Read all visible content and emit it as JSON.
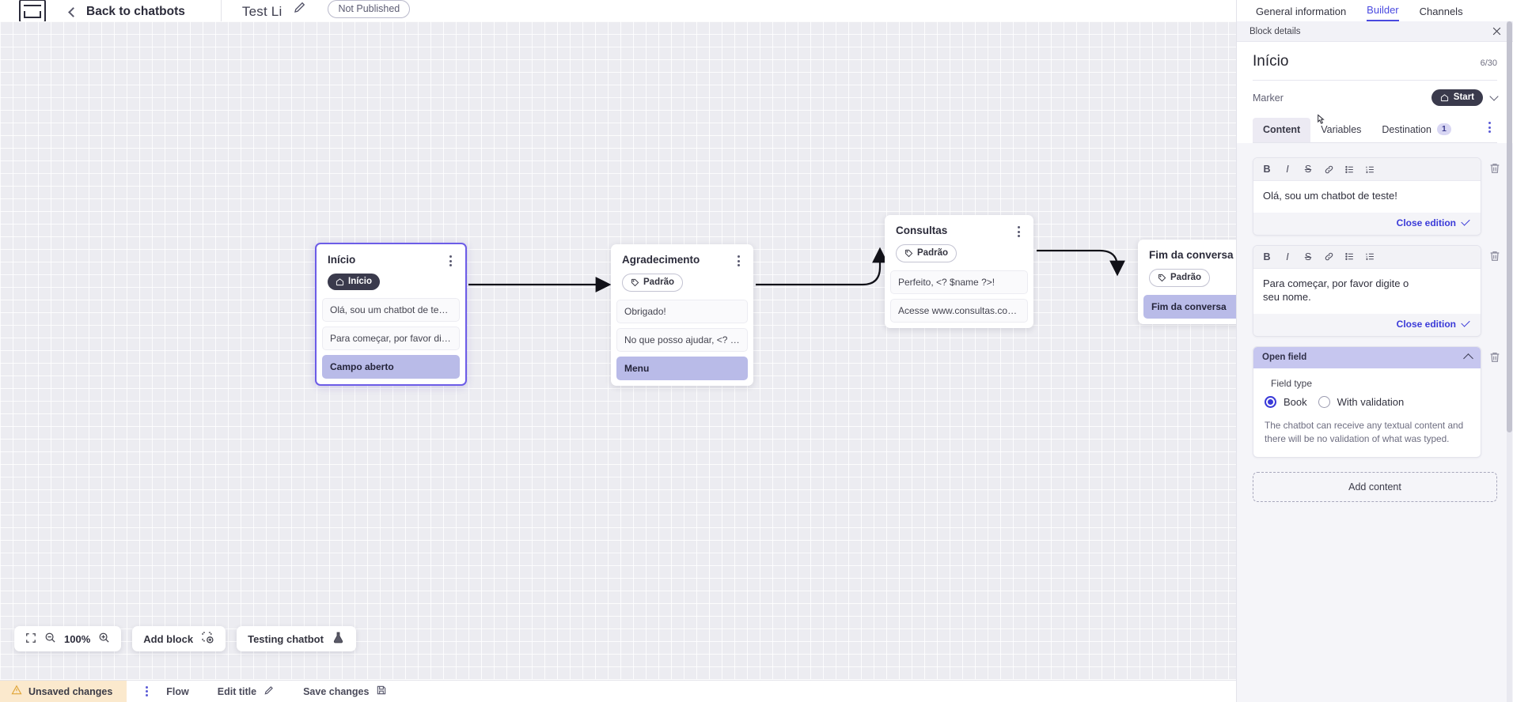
{
  "topbar": {
    "logo_icon": "app-logo-icon",
    "back_label": "Back to chatbots",
    "bot_title": "Test Li",
    "edit_icon": "pencil-icon",
    "status_badge": "Not Published"
  },
  "canvas": {
    "zoom_level": "100%",
    "fit_icon": "fit-screen-icon",
    "zoom_out_icon": "zoom-out-icon",
    "zoom_in_icon": "zoom-in-icon",
    "add_block_label": "Add block",
    "add_block_icon": "add-block-icon",
    "testing_label": "Testing chatbot",
    "testing_icon": "flask-icon",
    "nodes": [
      {
        "id": "inicio",
        "title": "Início",
        "tag": "Início",
        "tag_style": "dark",
        "tag_icon": "home-icon",
        "selected": true,
        "rows": [
          {
            "text": "Olá, sou um chatbot de teste!",
            "accent": false
          },
          {
            "text": "Para começar, por favor digite o ...",
            "accent": false
          },
          {
            "text": "Campo aberto",
            "accent": true
          }
        ]
      },
      {
        "id": "agradecimento",
        "title": "Agradecimento",
        "tag": "Padrão",
        "tag_style": "outline",
        "tag_icon": "tag-icon",
        "selected": false,
        "rows": [
          {
            "text": "Obrigado!",
            "accent": false
          },
          {
            "text": "No que posso ajudar, <? $name ...",
            "accent": false
          },
          {
            "text": "Menu",
            "accent": true
          }
        ]
      },
      {
        "id": "consultas",
        "title": "Consultas",
        "tag": "Padrão",
        "tag_style": "outline",
        "tag_icon": "tag-icon",
        "selected": false,
        "rows": [
          {
            "text": "Perfeito, <? $name ?>!",
            "accent": false
          },
          {
            "text": "Acesse www.consultas.com par...",
            "accent": false
          }
        ]
      },
      {
        "id": "fim",
        "title": "Fim da conversa",
        "tag": "Padrão",
        "tag_style": "outline",
        "tag_icon": "tag-icon",
        "selected": false,
        "rows": [
          {
            "text": "Fim da conversa",
            "accent": true
          }
        ]
      }
    ]
  },
  "footer": {
    "unsaved_label": "Unsaved changes",
    "warning_icon": "warning-triangle-icon",
    "kebab_icon": "more-vertical-icon",
    "flow_label": "Flow",
    "edit_title_label": "Edit title",
    "edit_title_icon": "pencil-icon",
    "save_label": "Save changes",
    "save_icon": "save-disk-icon"
  },
  "panel": {
    "nav_tabs": [
      {
        "label": "General information",
        "active": false
      },
      {
        "label": "Builder",
        "active": true
      },
      {
        "label": "Channels",
        "active": false
      }
    ],
    "subheader": "Block details",
    "close_icon": "close-icon",
    "block_title": "Início",
    "char_counter": "6/30",
    "marker_label": "Marker",
    "marker_value": "Start",
    "marker_icon": "home-icon",
    "marker_chevron": "chevron-down-icon",
    "content_tabs": [
      {
        "label": "Content",
        "active": true,
        "badge": ""
      },
      {
        "label": "Variables",
        "active": false,
        "badge": ""
      },
      {
        "label": "Destination",
        "active": false,
        "badge": "1"
      }
    ],
    "tabs_kebab_icon": "more-vertical-icon",
    "editor_toolbar": [
      {
        "icon": "bold-icon",
        "glyph": "B"
      },
      {
        "icon": "italic-icon",
        "glyph": "I"
      },
      {
        "icon": "strikethrough-icon",
        "glyph": "S"
      },
      {
        "icon": "link-icon",
        "glyph": "⊘"
      },
      {
        "icon": "bulleted-list-icon",
        "glyph": "☰"
      },
      {
        "icon": "numbered-list-icon",
        "glyph": "≡"
      }
    ],
    "blocks": [
      {
        "text": "Olá, sou um chatbot de teste!",
        "close_label": "Close edition",
        "delete_icon": "trash-icon"
      },
      {
        "text": "Para começar, por favor digite o seu nome.",
        "close_label": "Close edition",
        "delete_icon": "trash-icon"
      }
    ],
    "open_field": {
      "header": "Open field",
      "collapse_icon": "chevron-up-icon",
      "delete_icon": "trash-icon",
      "field_type_label": "Field type",
      "options": [
        {
          "label": "Book",
          "selected": true
        },
        {
          "label": "With validation",
          "selected": false
        }
      ],
      "help_text": "The chatbot can receive any textual content and there will be no validation of what was typed."
    },
    "add_content_label": "Add content"
  },
  "colors": {
    "accent": "#3a3ad8",
    "node_accent": "#b9bbe8",
    "warning_bg": "#fbe9cd",
    "panel_header": "#c6c6ef"
  }
}
